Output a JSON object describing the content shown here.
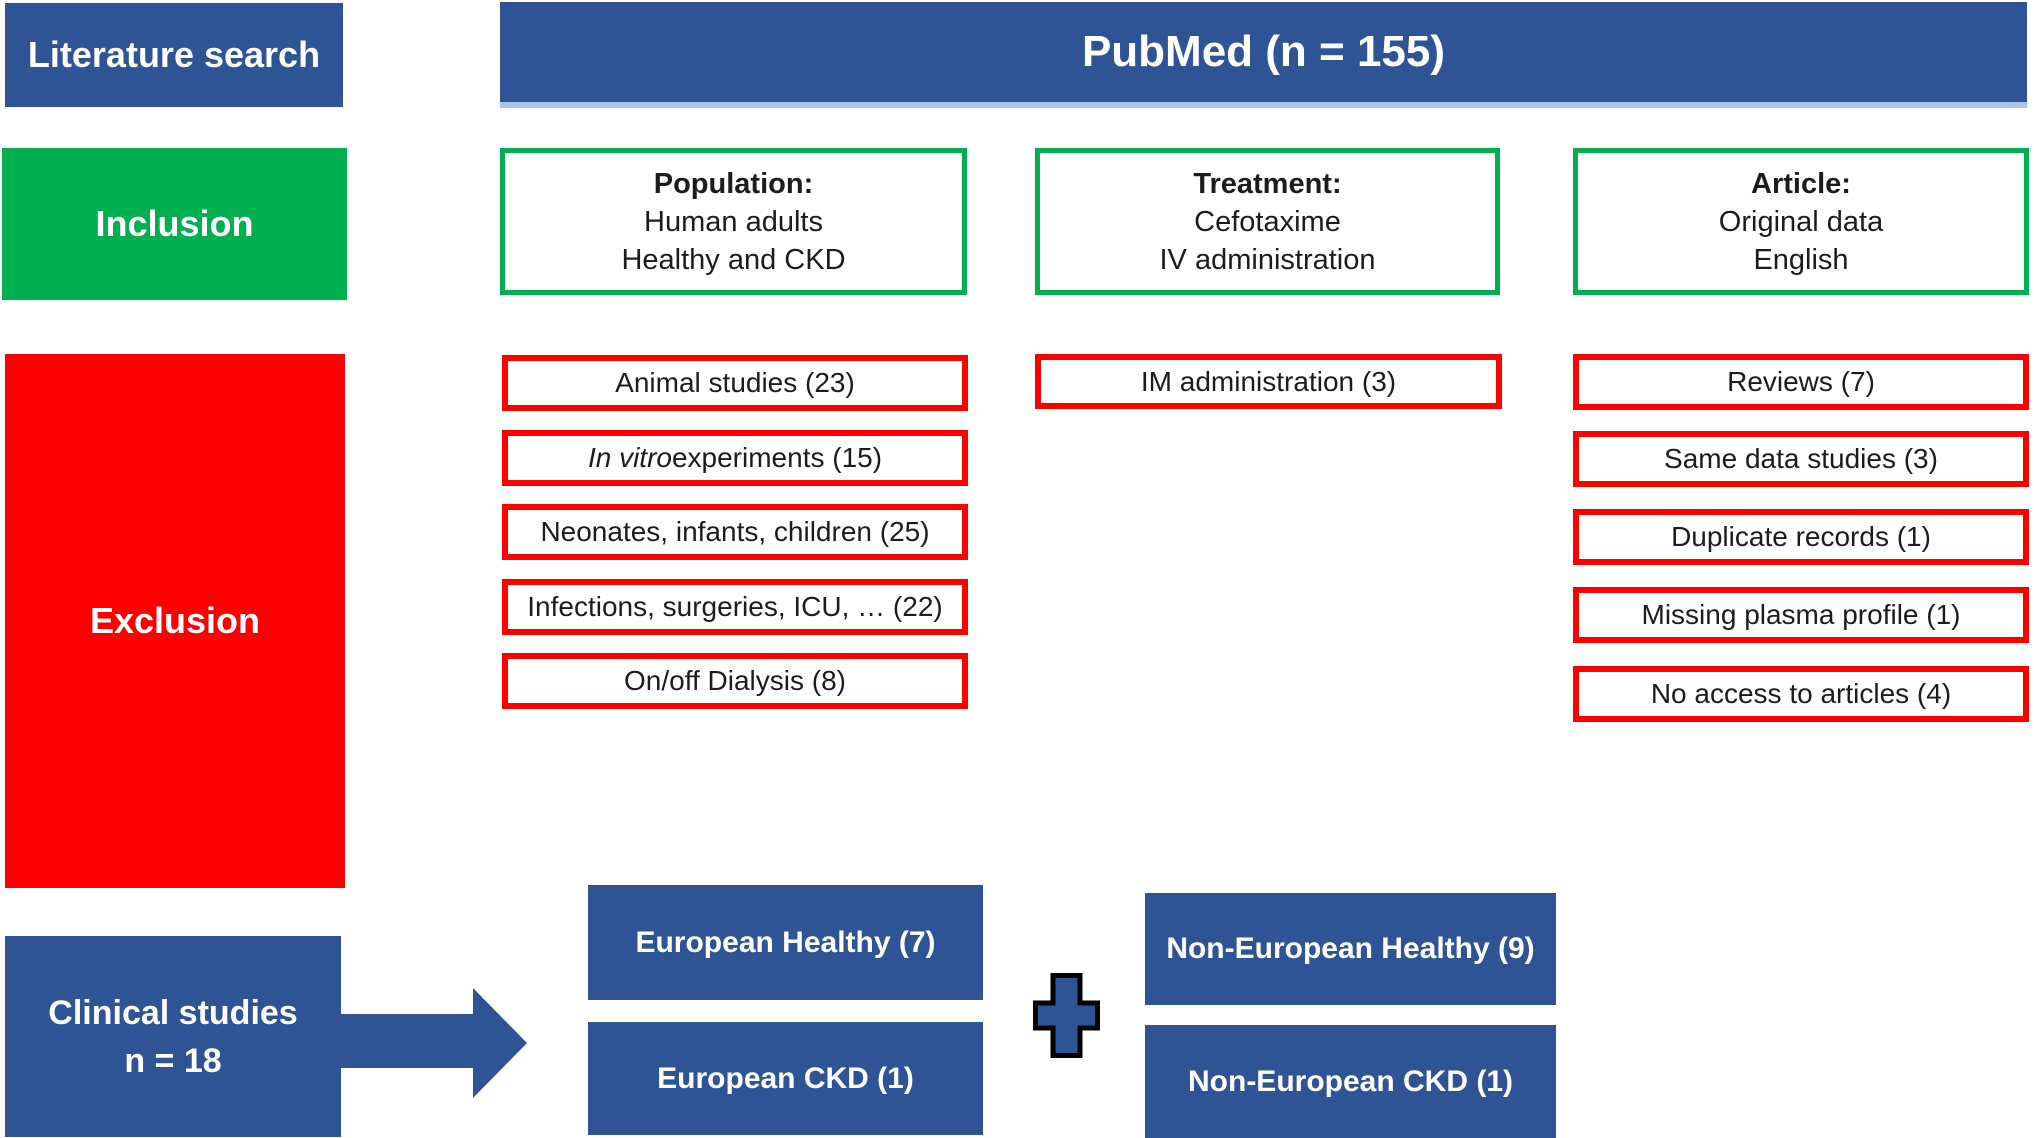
{
  "colors": {
    "blue": "#2E5496",
    "green": "#00B050",
    "red": "#FF0000",
    "ink": "#1C1C1C",
    "edge": "#A9C4E8"
  },
  "stages": {
    "literature_search": "Literature search",
    "inclusion": "Inclusion",
    "exclusion": "Exclusion",
    "clinical_line1": "Clinical studies",
    "clinical_line2": "n = 18"
  },
  "source": {
    "pubmed": "PubMed (n = 155)"
  },
  "inclusion_criteria": [
    {
      "title": "Population:",
      "lines": [
        "Human adults",
        "Healthy and CKD"
      ]
    },
    {
      "title": "Treatment:",
      "lines": [
        "Cefotaxime",
        "IV administration"
      ]
    },
    {
      "title": "Article:",
      "lines": [
        "Original data",
        "English"
      ]
    }
  ],
  "exclusions": {
    "population": [
      {
        "em": "",
        "text": "Animal studies (23)"
      },
      {
        "em": "In vitro",
        "text": " experiments (15)"
      },
      {
        "em": "",
        "text": "Neonates, infants, children (25)"
      },
      {
        "em": "",
        "text": "Infections, surgeries, ICU, … (22)"
      },
      {
        "em": "",
        "text": "On/off Dialysis (8)"
      }
    ],
    "treatment": [
      {
        "text": "IM administration (3)"
      }
    ],
    "article": [
      {
        "text": "Reviews (7)"
      },
      {
        "text": "Same data studies (3)"
      },
      {
        "text": "Duplicate records (1)"
      },
      {
        "text": "Missing plasma profile (1)"
      },
      {
        "text": "No access to articles (4)"
      }
    ]
  },
  "results": [
    {
      "label": "European Healthy (7)"
    },
    {
      "label": "European CKD (1)"
    },
    {
      "label": "Non-European Healthy (9)"
    },
    {
      "label": "Non-European CKD (1)"
    }
  ],
  "icons": {
    "arrow": "arrow-right",
    "plus": "plus"
  }
}
